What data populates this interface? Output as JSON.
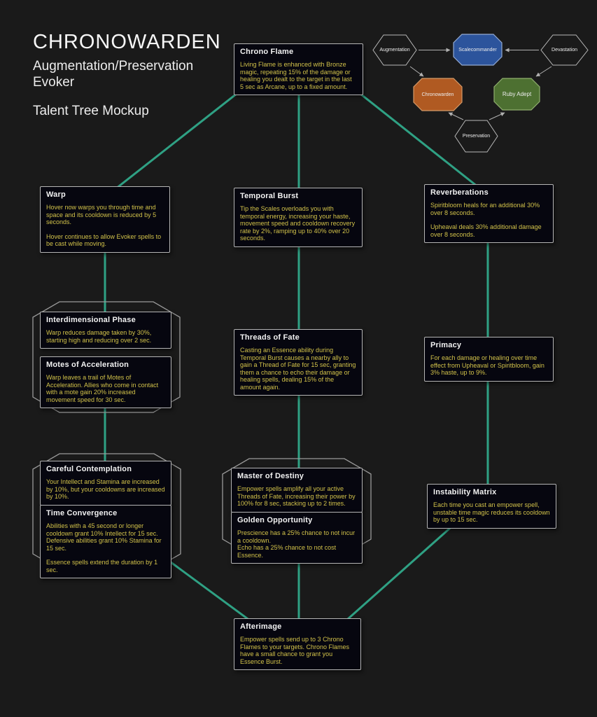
{
  "header": {
    "title": "CHRONOWARDEN",
    "subtitle_line1": "Augmentation/Preservation",
    "subtitle_line2": "Evoker",
    "caption": "Talent Tree Mockup"
  },
  "colors": {
    "background": "#1a1a1a",
    "connector_teal": "#2fa184",
    "box_background": "#06060f",
    "box_border": "#b5b5b5",
    "body_text_gold": "#d2c24a",
    "title_text": "#f2f2f2",
    "group_outline": "#9a9a9a",
    "scalecommander_blue": "#2c549c",
    "chronowarden_orange": "#b05a22",
    "ruby_adept_green": "#4d7031"
  },
  "class_diagram": {
    "nodes": [
      {
        "id": "augmentation",
        "label": "Augmentation",
        "shape": "hexagon",
        "fill": "none"
      },
      {
        "id": "scalecommander",
        "label": "Scalecommander",
        "shape": "octagon",
        "fill": "#2c549c"
      },
      {
        "id": "devastation",
        "label": "Devastation",
        "shape": "hexagon",
        "fill": "none"
      },
      {
        "id": "chronowarden",
        "label": "Chronowarden",
        "shape": "octagon",
        "fill": "#b05a22"
      },
      {
        "id": "ruby_adept",
        "label": "Ruby Adept",
        "shape": "octagon",
        "fill": "#4d7031"
      },
      {
        "id": "preservation",
        "label": "Preservation",
        "shape": "hexagon",
        "fill": "none"
      }
    ]
  },
  "talents": {
    "chrono_flame": {
      "title": "Chrono Flame",
      "body": [
        "Living Flame is enhanced with Bronze magic, repeating 15% of the damage or healing you dealt to the target in the last 5 sec as Arcane, up to a fixed amount."
      ]
    },
    "warp": {
      "title": "Warp",
      "body": [
        "Hover now warps you through time and space and its cooldown is reduced by 5 seconds.",
        "Hover continues to allow Evoker spells to be cast while moving."
      ]
    },
    "temporal_burst": {
      "title": "Temporal Burst",
      "body": [
        "Tip the Scales overloads you with temporal energy, increasing your haste, movement speed and cooldown recovery rate by 2%, ramping up to 40% over 20 seconds."
      ]
    },
    "reverberations": {
      "title": "Reverberations",
      "body": [
        "Spiritbloom heals for an additional 30% over 8 seconds.",
        "Upheaval deals 30% additional damage over 8 seconds."
      ]
    },
    "interdimensional_phase": {
      "title": "Interdimensional Phase",
      "body": [
        "Warp reduces damage taken by 30%, starting high and reducing over 2 sec."
      ]
    },
    "motes_of_acceleration": {
      "title": "Motes of Acceleration",
      "body": [
        "Warp leaves a trail of Motes of Acceleration. Allies who come in contact with a mote gain 20% increased movement speed for 30 sec."
      ]
    },
    "threads_of_fate": {
      "title": "Threads of Fate",
      "body": [
        "Casting an Essence ability during Temporal Burst causes a nearby ally to gain a Thread of Fate for 15 sec, granting them a chance to echo their damage or healing spells, dealing 15% of the amount again."
      ]
    },
    "primacy": {
      "title": "Primacy",
      "body": [
        "For each damage or healing over time effect from Upheaval or Spiritbloom, gain 3% haste, up to 9%."
      ]
    },
    "careful_contemplation": {
      "title": "Careful Contemplation",
      "body": [
        "Your Intellect and Stamina are increased by 10%, but your cooldowns are increased by 10%."
      ]
    },
    "time_convergence": {
      "title": "Time Convergence",
      "body": [
        "Abilities with a 45 second or longer cooldown grant 10% Intellect for 15 sec. Defensive abilities grant 10% Stamina for 15 sec.",
        "Essence spells extend the duration by 1 sec."
      ]
    },
    "master_of_destiny": {
      "title": "Master of Destiny",
      "body": [
        "Empower spells amplify all your active Threads of Fate, increasing their power by 100% for 8 sec, stacking up to 2 times."
      ]
    },
    "golden_opportunity": {
      "title": "Golden Opportunity",
      "body": [
        "Prescience has a 25% chance to not incur a cooldown.",
        "Echo has a 25% chance to not cost Essence."
      ]
    },
    "instability_matrix": {
      "title": "Instability Matrix",
      "body": [
        "Each time you cast an empower spell, unstable time magic reduces its cooldown by up to 15 sec."
      ]
    },
    "afterimage": {
      "title": "Afterimage",
      "body": [
        "Empower spells send up to 3 Chrono Flames to your targets. Chrono Flames have a small chance to grant you Essence Burst."
      ]
    }
  }
}
